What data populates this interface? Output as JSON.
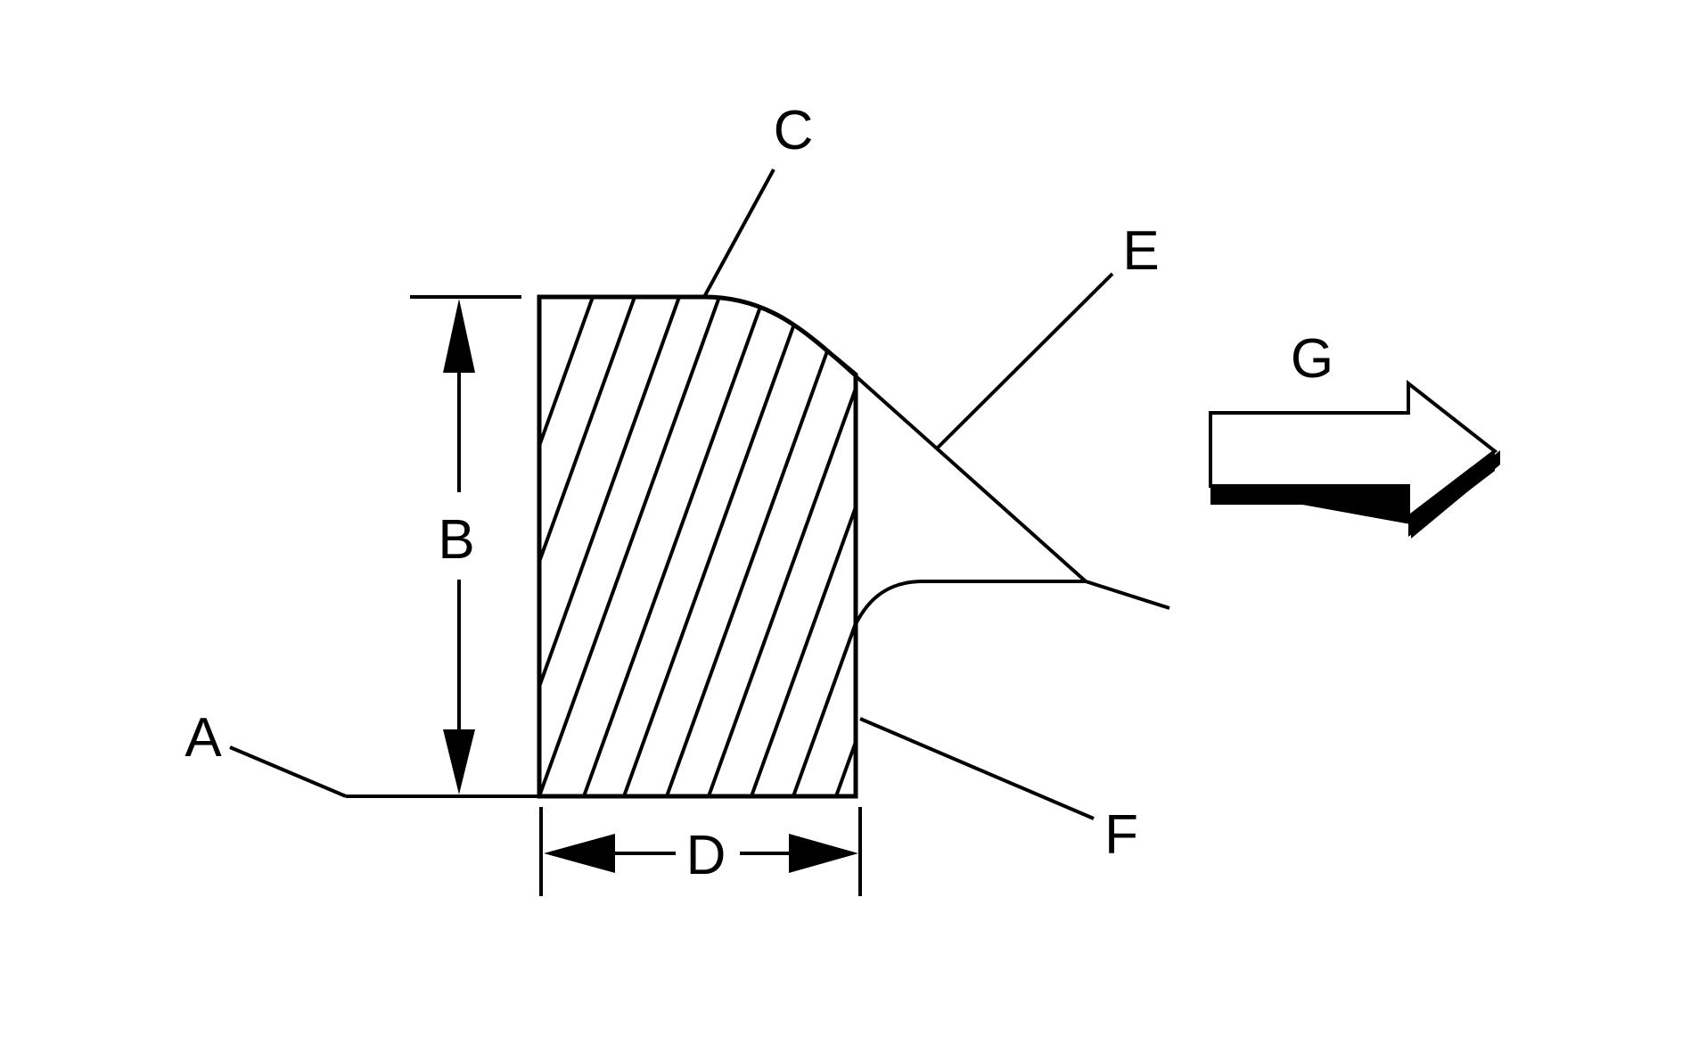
{
  "diagram": {
    "colors": {
      "ink": "#000000",
      "background": "#ffffff"
    },
    "labels": {
      "a": "A",
      "b": "B",
      "c": "C",
      "d": "D",
      "e": "E",
      "f": "F",
      "g": "G"
    },
    "icons": {
      "direction_arrow": "right-arrow-icon"
    }
  }
}
